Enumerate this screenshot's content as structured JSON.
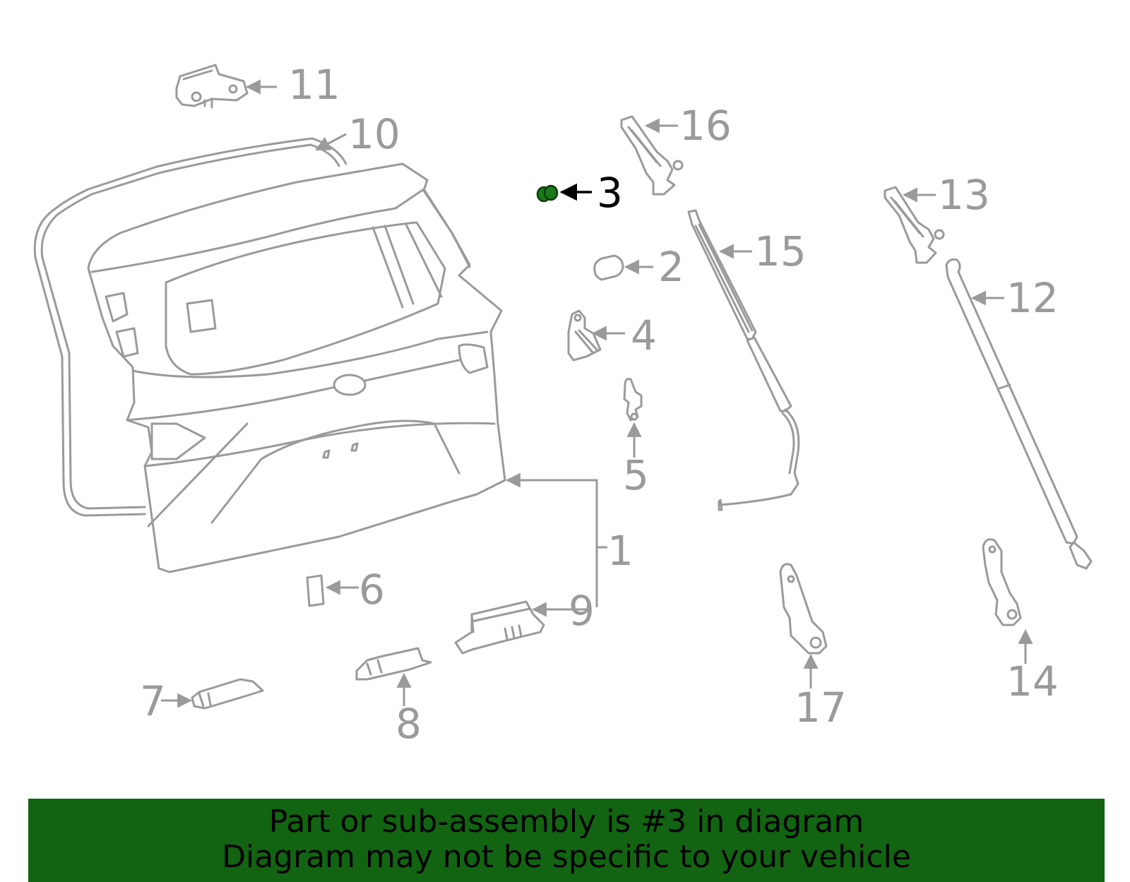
{
  "callouts": {
    "c1": "1",
    "c2": "2",
    "c3": "3",
    "c4": "4",
    "c5": "5",
    "c6": "6",
    "c7": "7",
    "c8": "8",
    "c9": "9",
    "c10": "10",
    "c11": "11",
    "c12": "12",
    "c13": "13",
    "c14": "14",
    "c15": "15",
    "c16": "16",
    "c17": "17"
  },
  "highlighted_part": "3",
  "colors": {
    "line": "#9a9a9a",
    "highlight_part": "#1a7a1a",
    "highlight_label": "#000000",
    "banner_background": "#126412"
  },
  "banner": {
    "line1": "Part or sub-assembly is #3 in diagram",
    "line2": "Diagram may not be specific to your vehicle"
  }
}
